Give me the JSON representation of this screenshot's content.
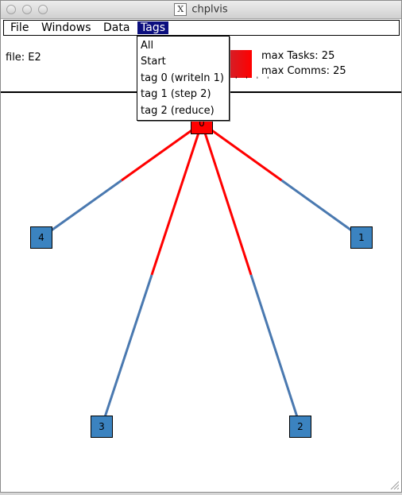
{
  "window": {
    "title": "chplvis",
    "icon_letter": "X"
  },
  "menubar": {
    "items": [
      "File",
      "Windows",
      "Data",
      "Tags"
    ],
    "active": "Tags"
  },
  "info": {
    "file_label": "file: E2",
    "max_tasks": "max Tasks: 25",
    "max_comms": "max Comms: 25",
    "legend_ticks": "' ' ' '"
  },
  "tags_menu": {
    "items": [
      "All",
      "Start",
      "tag 0 (writeln 1)",
      "tag 1 (step 2)",
      "tag 2 (reduce)"
    ]
  },
  "graph": {
    "nodes": [
      {
        "id": "0",
        "label": "0",
        "color": "#ff0000"
      },
      {
        "id": "1",
        "label": "1",
        "color": "#3b83c0"
      },
      {
        "id": "2",
        "label": "2",
        "color": "#3b83c0"
      },
      {
        "id": "3",
        "label": "3",
        "color": "#3b83c0"
      },
      {
        "id": "4",
        "label": "4",
        "color": "#3b83c0"
      }
    ],
    "edges": [
      {
        "from": "0",
        "to": "1"
      },
      {
        "from": "0",
        "to": "2"
      },
      {
        "from": "0",
        "to": "3"
      },
      {
        "from": "0",
        "to": "4"
      }
    ],
    "edge_colors": {
      "near": "#ff0000",
      "far": "#4a79b0"
    }
  }
}
